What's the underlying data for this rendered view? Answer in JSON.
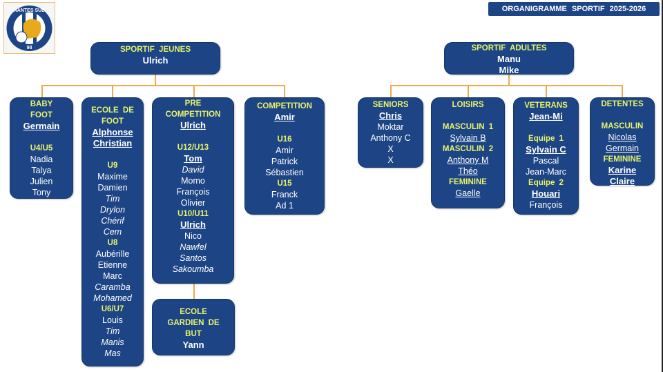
{
  "title": "ORGANIGRAMME  SPORTIF 2025-2026",
  "logo": {
    "text_top": "NANTES SUD",
    "text_bottom": "98"
  },
  "colors": {
    "box": "#1d4485",
    "header": "#e7f46a",
    "connector": "#f0a94a"
  },
  "boxes": [
    {
      "id": "sportif-jeunes",
      "lines": [
        {
          "t": "SPORTIF  JEUNES",
          "s": "h"
        },
        {
          "t": "Ulrich",
          "s": "bb"
        }
      ]
    },
    {
      "id": "sportif-adultes",
      "lines": [
        {
          "t": "SPORTIF  ADULTES",
          "s": "h"
        },
        {
          "t": "Manu",
          "s": "bb"
        },
        {
          "t": "Mike",
          "s": "bb"
        }
      ]
    },
    {
      "id": "baby-foot",
      "lines": [
        {
          "t": "BABY",
          "s": "h"
        },
        {
          "t": "FOOT",
          "s": "h"
        },
        {
          "t": "Germain",
          "s": "b"
        },
        {
          "t": "",
          "s": "blank"
        },
        {
          "t": "U4/U5",
          "s": "h"
        },
        {
          "t": "Nadia",
          "s": "n"
        },
        {
          "t": "Talya",
          "s": "n"
        },
        {
          "t": "Julien",
          "s": "n"
        },
        {
          "t": "Tony",
          "s": "n"
        }
      ]
    },
    {
      "id": "ecole-de-foot",
      "lines": [
        {
          "t": "ECOLE  DE",
          "s": "h"
        },
        {
          "t": "FOOT",
          "s": "h"
        },
        {
          "t": "Alphonse",
          "s": "b"
        },
        {
          "t": "Christian",
          "s": "b"
        },
        {
          "t": "",
          "s": "blank"
        },
        {
          "t": "U9",
          "s": "h"
        },
        {
          "t": "Maxime",
          "s": "n"
        },
        {
          "t": "Damien",
          "s": "n"
        },
        {
          "t": "Tim",
          "s": "i"
        },
        {
          "t": "Drylon",
          "s": "i"
        },
        {
          "t": "Chérif",
          "s": "i"
        },
        {
          "t": "Cem",
          "s": "i"
        },
        {
          "t": "U8",
          "s": "h"
        },
        {
          "t": "Aubérille",
          "s": "n"
        },
        {
          "t": "Etienne",
          "s": "n"
        },
        {
          "t": "Marc",
          "s": "n"
        },
        {
          "t": "Caramba",
          "s": "i"
        },
        {
          "t": "Mohamed",
          "s": "i"
        },
        {
          "t": "U6/U7",
          "s": "h"
        },
        {
          "t": "Louis",
          "s": "n"
        },
        {
          "t": "Tim",
          "s": "i"
        },
        {
          "t": "Manis",
          "s": "i"
        },
        {
          "t": "Mas",
          "s": "i"
        }
      ]
    },
    {
      "id": "pre-competition",
      "lines": [
        {
          "t": "PRE",
          "s": "h"
        },
        {
          "t": "COMPETITION",
          "s": "h"
        },
        {
          "t": "Ulrich",
          "s": "b"
        },
        {
          "t": "",
          "s": "blank"
        },
        {
          "t": "U12/U13",
          "s": "h"
        },
        {
          "t": "Tom",
          "s": "b"
        },
        {
          "t": "David",
          "s": "i"
        },
        {
          "t": "Momo",
          "s": "n"
        },
        {
          "t": "François",
          "s": "n"
        },
        {
          "t": "Olivier",
          "s": "n"
        },
        {
          "t": "U10/U11",
          "s": "h"
        },
        {
          "t": "Ulrich",
          "s": "b"
        },
        {
          "t": "Nico",
          "s": "n"
        },
        {
          "t": "Nawfel",
          "s": "i"
        },
        {
          "t": "Santos",
          "s": "i"
        },
        {
          "t": "Sakoumba",
          "s": "i"
        }
      ]
    },
    {
      "id": "competition",
      "lines": [
        {
          "t": "COMPETITION",
          "s": "h"
        },
        {
          "t": "Amir",
          "s": "b"
        },
        {
          "t": "",
          "s": "blank"
        },
        {
          "t": "U16",
          "s": "h"
        },
        {
          "t": "Amir",
          "s": "n"
        },
        {
          "t": "Patrick",
          "s": "n"
        },
        {
          "t": "Sébastien",
          "s": "n"
        },
        {
          "t": "U15",
          "s": "h"
        },
        {
          "t": "Franck",
          "s": "n"
        },
        {
          "t": "Ad 1",
          "s": "n"
        }
      ]
    },
    {
      "id": "ecole-gardien",
      "lines": [
        {
          "t": "ECOLE",
          "s": "h"
        },
        {
          "t": "GARDIEN  DE",
          "s": "h"
        },
        {
          "t": "BUT",
          "s": "h"
        },
        {
          "t": "Yann",
          "s": "bb"
        }
      ]
    },
    {
      "id": "seniors",
      "lines": [
        {
          "t": "SENIORS",
          "s": "h"
        },
        {
          "t": "Chris",
          "s": "b"
        },
        {
          "t": "Moktar",
          "s": "n"
        },
        {
          "t": "Anthony C",
          "s": "n"
        },
        {
          "t": "X",
          "s": "n"
        },
        {
          "t": "X",
          "s": "n"
        }
      ]
    },
    {
      "id": "loisirs",
      "lines": [
        {
          "t": "LOISIRS",
          "s": "h"
        },
        {
          "t": "",
          "s": "blank"
        },
        {
          "t": "MASCULIN  1",
          "s": "h"
        },
        {
          "t": "Sylvain B",
          "s": "u"
        },
        {
          "t": "MASCULIN  2",
          "s": "h"
        },
        {
          "t": "Anthony M",
          "s": "u"
        },
        {
          "t": "Théo",
          "s": "u"
        },
        {
          "t": "FEMININE",
          "s": "h"
        },
        {
          "t": "Gaelle",
          "s": "u"
        }
      ]
    },
    {
      "id": "veterans",
      "lines": [
        {
          "t": "VETERANS",
          "s": "h"
        },
        {
          "t": "Jean-Mi",
          "s": "b"
        },
        {
          "t": "",
          "s": "blank"
        },
        {
          "t": "Equipe 1",
          "s": "h"
        },
        {
          "t": "Sylvain C",
          "s": "b"
        },
        {
          "t": "Pascal",
          "s": "n"
        },
        {
          "t": "Jean-Marc",
          "s": "n"
        },
        {
          "t": "Equipe 2",
          "s": "h"
        },
        {
          "t": "Houari",
          "s": "b"
        },
        {
          "t": "François",
          "s": "n"
        }
      ]
    },
    {
      "id": "detentes",
      "lines": [
        {
          "t": "DETENTES",
          "s": "h"
        },
        {
          "t": "",
          "s": "blank"
        },
        {
          "t": "MASCULIN",
          "s": "h"
        },
        {
          "t": "Nicolas",
          "s": "u"
        },
        {
          "t": "Germain",
          "s": "u"
        },
        {
          "t": "FEMININE",
          "s": "h"
        },
        {
          "t": "Karine",
          "s": "b"
        },
        {
          "t": "Claire",
          "s": "b"
        }
      ]
    }
  ]
}
